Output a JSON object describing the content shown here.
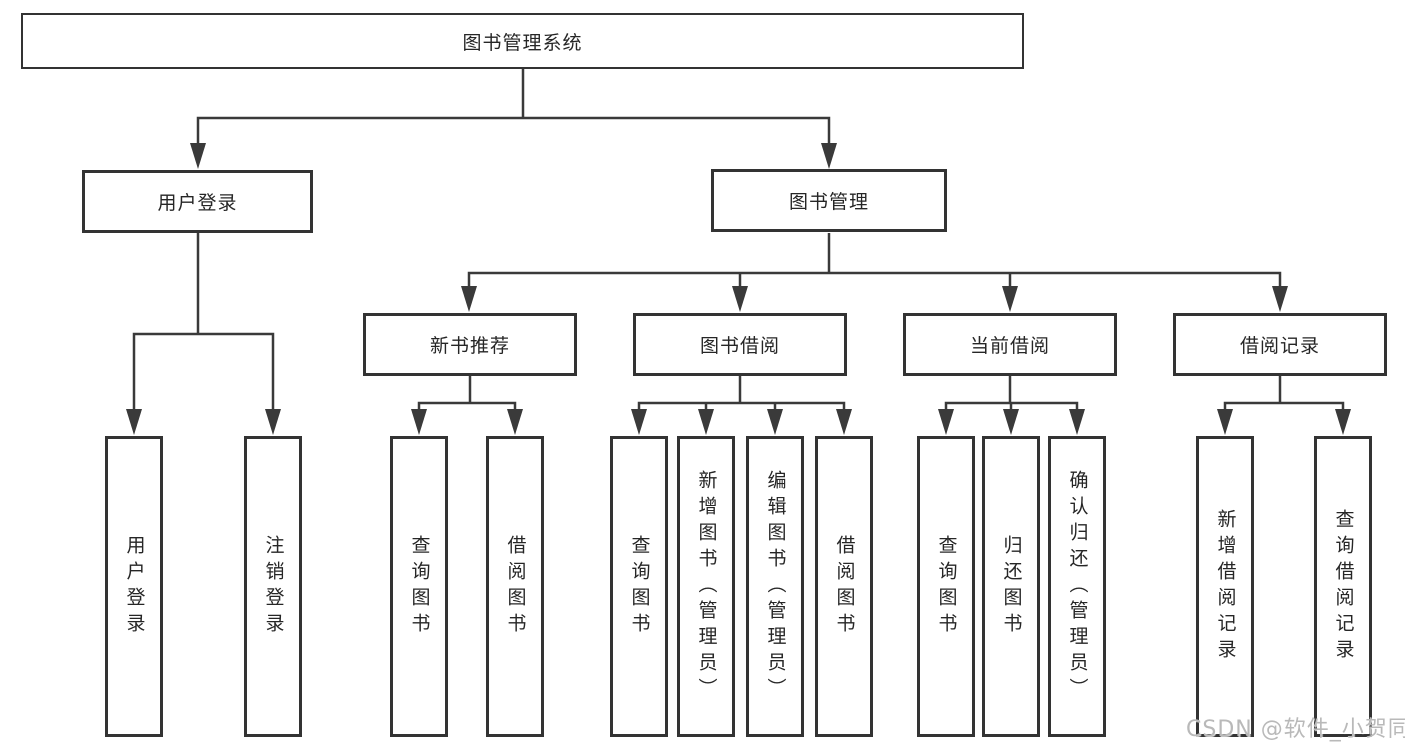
{
  "diagram": {
    "root": "图书管理系统",
    "branches": [
      {
        "label": "用户登录",
        "leaves": [
          "用户登录",
          "注销登录"
        ]
      },
      {
        "label": "图书管理",
        "sections": [
          {
            "label": "新书推荐",
            "leaves": [
              "查询图书",
              "借阅图书"
            ]
          },
          {
            "label": "图书借阅",
            "leaves": [
              "查询图书",
              "新增图书（管理员）",
              "编辑图书（管理员）",
              "借阅图书"
            ]
          },
          {
            "label": "当前借阅",
            "leaves": [
              "查询图书",
              "归还图书",
              "确认归还（管理员）"
            ]
          },
          {
            "label": "借阅记录",
            "leaves": [
              "新增借阅记录",
              "查询借阅记录"
            ]
          }
        ]
      }
    ]
  },
  "watermark": "CSDN @软件_小贺同学",
  "colors": {
    "line": "#3a3a3a",
    "box_border": "#333333",
    "text": "#262626",
    "background": "#ffffff",
    "watermark": "#b9b9b9"
  }
}
